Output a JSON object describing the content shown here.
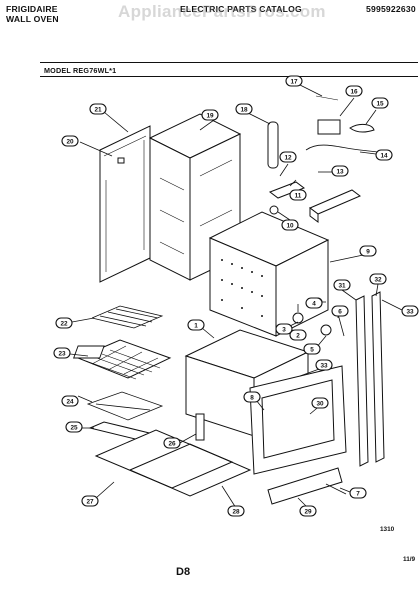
{
  "header": {
    "brand_line": "FRIGIDAIRE",
    "product_line": "WALL OVEN",
    "catalog_title": "ELECTRIC PARTS CATALOG",
    "catalog_number": "5995922630",
    "watermark": "AppliancePartsPros.com",
    "model_label": "MODEL REG76WL*1"
  },
  "footer": {
    "page_code": "D8",
    "figure_number": "1310",
    "date": "11/9"
  },
  "callouts": {
    "c1": "1",
    "c2": "2",
    "c3": "3",
    "c4": "4",
    "c5": "5",
    "c6": "6",
    "c7": "7",
    "c8": "8",
    "c9": "9",
    "c10": "10",
    "c11": "11",
    "c12": "12",
    "c13": "13",
    "c14": "14",
    "c15": "15",
    "c16": "16",
    "c17": "17",
    "c18": "18",
    "c19": "19",
    "c20": "20",
    "c21": "21",
    "c22": "22",
    "c23": "23",
    "c24": "24",
    "c25": "25",
    "c26": "26",
    "c27": "27",
    "c28": "28",
    "c29": "29",
    "c30": "30",
    "c31": "31",
    "c32": "32",
    "c33": "33",
    "c33b": "33"
  }
}
